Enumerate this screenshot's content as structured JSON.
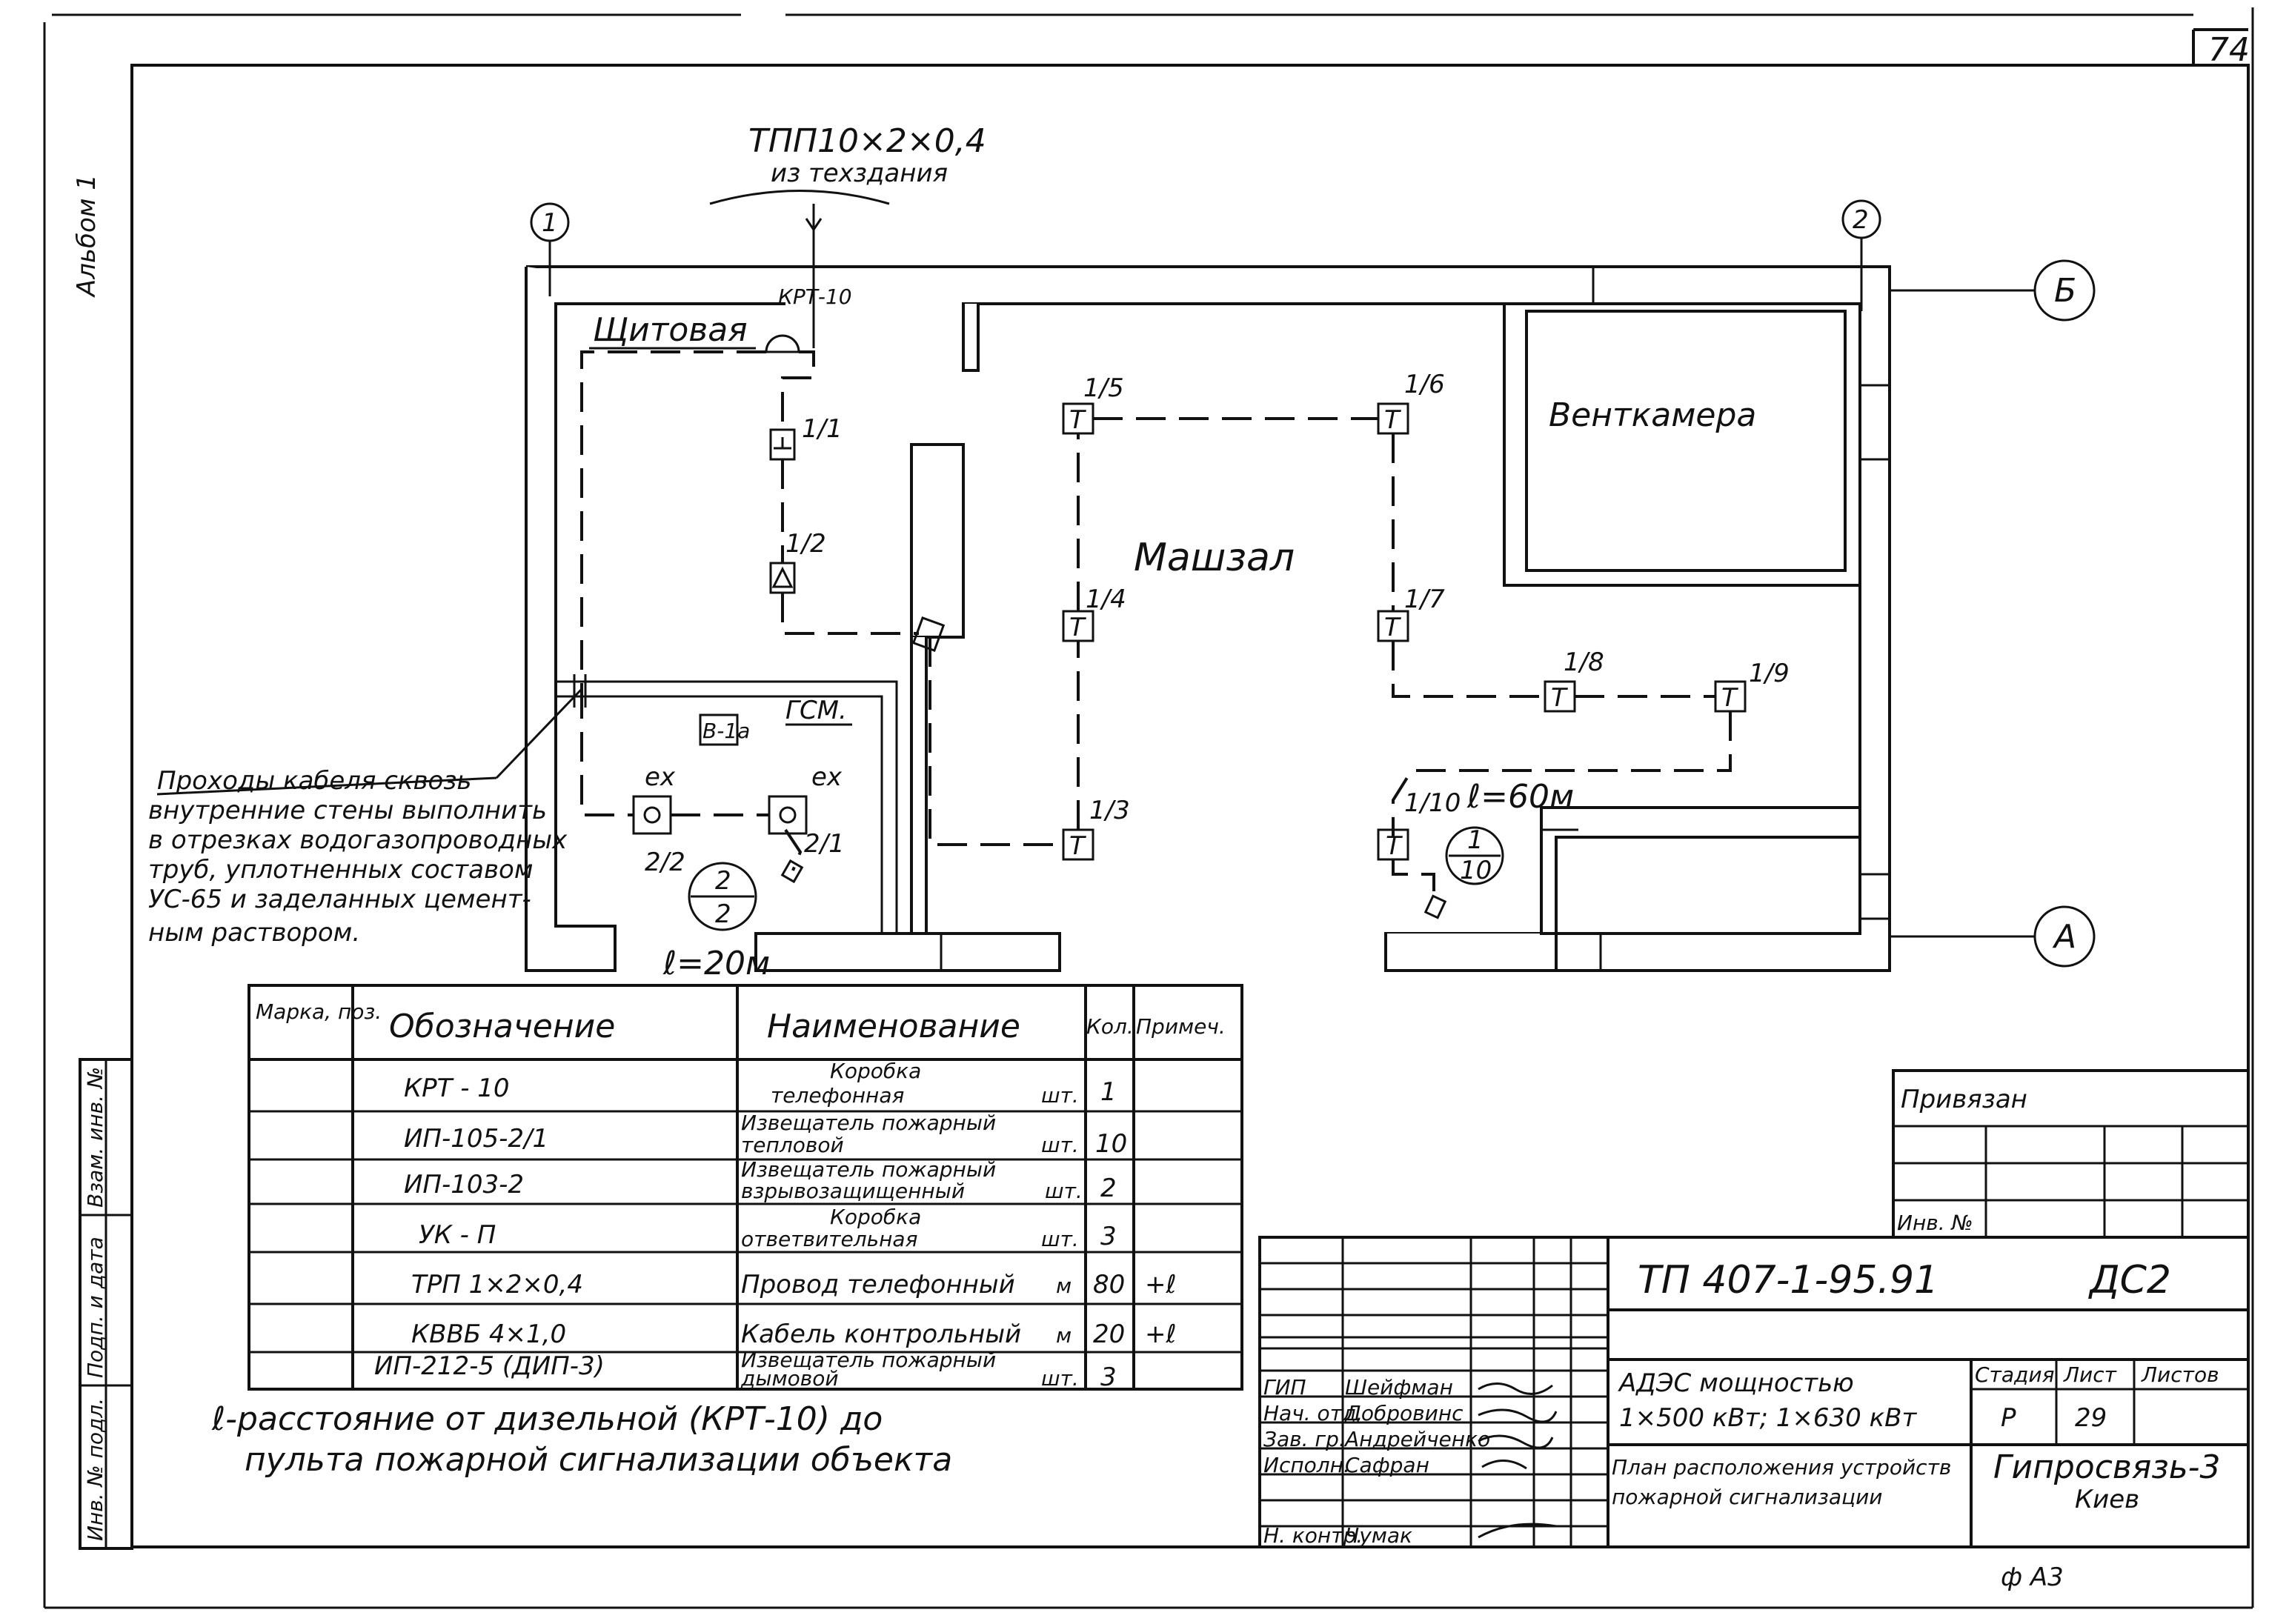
{
  "sheet": {
    "page_number": "74",
    "album_label": "Альбом 1",
    "format": "ф А3"
  },
  "plan": {
    "cable_label_1": "ТПП10×2×0,4",
    "cable_label_2": "из техздания",
    "axis_1": "1",
    "axis_2": "2",
    "axis_b": "Б",
    "axis_a": "А",
    "room_shchitovaya": "Щитовая",
    "room_mashzal": "Машзал",
    "room_ventkamera": "Венткамера",
    "room_gsm": "ГСМ.",
    "krt_label": "КРТ-10",
    "box_label": "В-1а",
    "ex_1": "ex",
    "ex_2": "ex",
    "dev_1_1": "1/1",
    "dev_1_2": "1/2",
    "dev_1_3": "1/3",
    "dev_1_4": "1/4",
    "dev_1_5": "1/5",
    "dev_1_6": "1/6",
    "dev_1_7": "1/7",
    "dev_1_8": "1/8",
    "dev_1_9": "1/9",
    "dev_1_10": "1/10",
    "dev_2_1": "2/1",
    "dev_2_2": "2/2",
    "t_symbol": "Т",
    "circle_2_top": "2",
    "circle_2_bottom": "2",
    "circle_1_top": "1",
    "circle_1_bottom": "10",
    "dist_60": "ℓ=60м",
    "dist_20": "ℓ=20м",
    "note_lines": [
      "Проходы кабеля сквозь",
      "внутренние стены выполнить",
      "в отрезках водогазопроводных",
      "труб, уплотненных составом",
      "УС-65 и заделанных цемент-",
      "ным раствором."
    ]
  },
  "spec_table": {
    "headers": [
      "Марка, поз.",
      "Обозначение",
      "Наименование",
      "Кол.",
      "Примеч."
    ],
    "rows": [
      {
        "mark": "",
        "code": "КРТ - 10",
        "name1": "Коробка",
        "name2": "телефонная",
        "unit": "шт.",
        "qty": "1",
        "note": ""
      },
      {
        "mark": "",
        "code": "ИП-105-2/1",
        "name1": "Извещатель пожарный",
        "name2": "тепловой",
        "unit": "шт.",
        "qty": "10",
        "note": ""
      },
      {
        "mark": "",
        "code": "ИП-103-2",
        "name1": "Извещатель пожарный",
        "name2": "взрывозащищенный",
        "unit": "шт.",
        "qty": "2",
        "note": ""
      },
      {
        "mark": "",
        "code": "УК - П",
        "name1": "Коробка",
        "name2": "ответвительная",
        "unit": "шт.",
        "qty": "3",
        "note": ""
      },
      {
        "mark": "",
        "code": "ТРП 1×2×0,4",
        "name1": "",
        "name2": "Провод телефонный",
        "unit": "м",
        "qty": "80",
        "note": "+ℓ"
      },
      {
        "mark": "",
        "code": "КВВБ 4×1,0",
        "name1": "",
        "name2": "Кабель контрольный",
        "unit": "м",
        "qty": "20",
        "note": "+ℓ"
      },
      {
        "mark": "",
        "code": "ИП-212-5 (ДИП-3)",
        "name1": "Извещатель пожарный",
        "name2": "дымовой",
        "unit": "шт.",
        "qty": "3",
        "note": ""
      }
    ],
    "footnote_1": "ℓ-расстояние от дизельной (КРТ-10) до",
    "footnote_2": "пульта пожарной сигнализации объекта"
  },
  "side_stamp": {
    "f1": "Инв. № подл.",
    "f2": "Подп. и дата",
    "f3": "Взам. инв. №"
  },
  "tied": {
    "title": "Привязан",
    "inv": "Инв. №"
  },
  "title_block": {
    "doc_code": "ТП 407-1-95.91",
    "sheet_code": "ДС2",
    "project_1": "АДЭС мощностью",
    "project_2": "1×500 кВт; 1×630 кВт",
    "drawing_1": "План расположения устройств",
    "drawing_2": "пожарной сигнализации",
    "stage_h": "Стадия",
    "sheet_h": "Лист",
    "sheets_h": "Листов",
    "stage": "Р",
    "sheet": "29",
    "sheets": "",
    "org_1": "Гипросвязь-3",
    "org_2": "Киев",
    "roles": [
      {
        "role": "ГИП",
        "name": "Шейфман"
      },
      {
        "role": "Нач. отд.",
        "name": "Добровинс"
      },
      {
        "role": "Зав. гр.",
        "name": "Андрейченко"
      },
      {
        "role": "Исполн.",
        "name": "Сафран"
      },
      {
        "role": "",
        "name": ""
      },
      {
        "role": "Н. контр.",
        "name": "Чумак"
      }
    ]
  }
}
